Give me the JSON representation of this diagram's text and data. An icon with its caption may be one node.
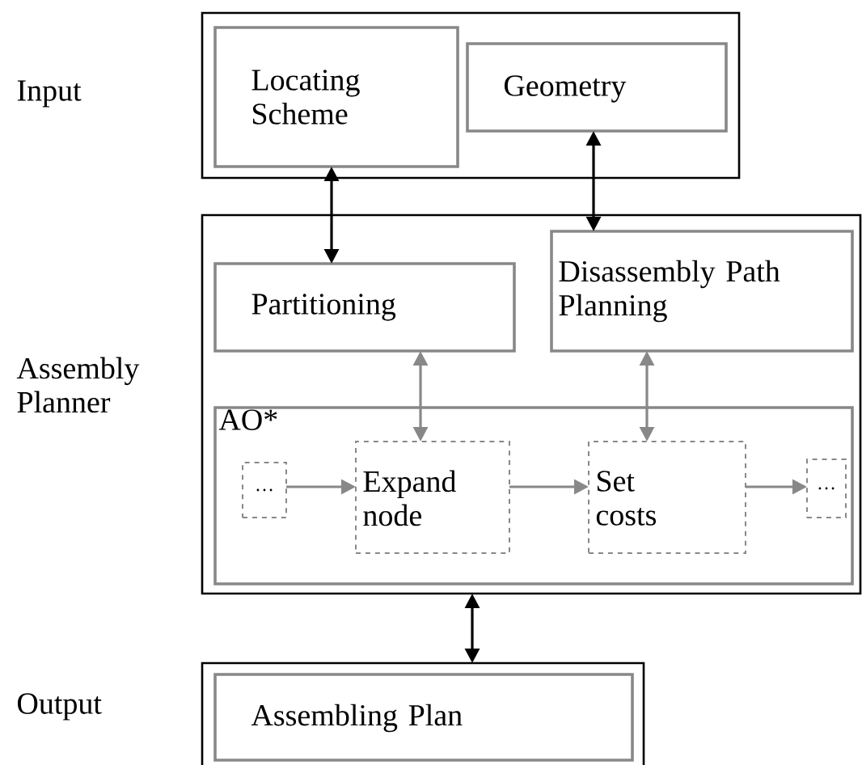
{
  "diagram": {
    "nodes": [
      {
        "text": [
          "Input"
        ]
      },
      {
        "text": [
          "Locating Scheme"
        ],
        "in": 0
      },
      {
        "text": [
          "Geometry"
        ],
        "in": 0
      },
      {
        "text": [
          "Assembly Planner"
        ]
      },
      {
        "text": [
          "Partitioning"
        ],
        "in": 3
      },
      {
        "text": [
          "Disassembly Path Planning"
        ],
        "in": 3
      },
      {
        "text": [
          "AO*"
        ],
        "in": 3
      },
      {
        "text": [
          "…"
        ],
        "in": 6
      },
      {
        "text": [
          "Expand node"
        ],
        "in": 6
      },
      {
        "text": [
          "Set costs"
        ],
        "in": 6
      },
      {
        "text": [
          "…"
        ],
        "in": 6
      },
      {
        "text": [
          "Output"
        ]
      },
      {
        "text": [
          "Assembling Plan"
        ],
        "in": 11
      }
    ],
    "edges": [
      {
        "from": 1,
        "to": 4,
        "arrow": "both",
        "color": "#000000"
      },
      {
        "from": 2,
        "to": 5,
        "arrow": "both",
        "color": "#000000"
      },
      {
        "from": 4,
        "to": 8,
        "arrow": "both"
      },
      {
        "from": 5,
        "to": 9,
        "arrow": "both"
      },
      {
        "from": 7,
        "to": 8,
        "arrow": "to"
      },
      {
        "from": 8,
        "to": 9,
        "arrow": "to"
      },
      {
        "from": 9,
        "to": 10,
        "arrow": "to"
      },
      {
        "from": 3,
        "to": 11,
        "arrow": "both",
        "color": "#000000"
      }
    ]
  }
}
